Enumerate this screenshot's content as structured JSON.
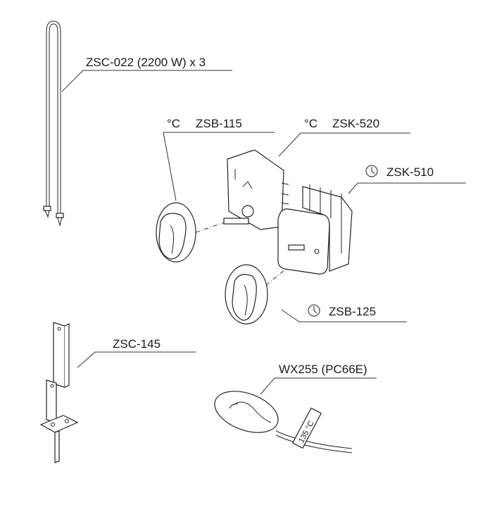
{
  "labels": {
    "heater": "ZSC-022 (2200 W) x 3",
    "thermostat_knob_unit": "°C",
    "thermostat_knob": "ZSB-115",
    "thermostat_unit": "°C",
    "thermostat": "ZSK-520",
    "timer": "ZSK-510",
    "timer_knob": "ZSB-125",
    "bracket": "ZSC-145",
    "safety_thermostat": "WX255 (PC66E)",
    "safety_tag": "135 °C"
  },
  "icons": {
    "timer": "clock-icon",
    "timer_knob": "clock-icon"
  }
}
